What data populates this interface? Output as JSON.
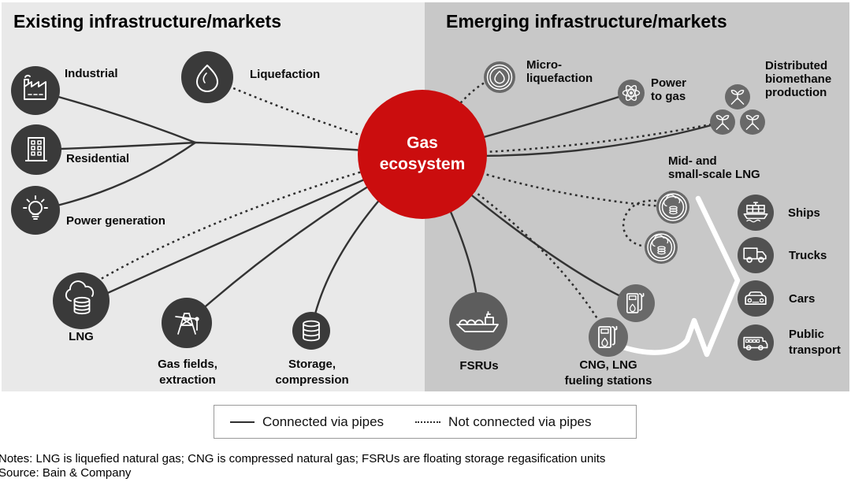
{
  "colors": {
    "accent_red": "#cb0d0e",
    "panel_existing_bg": "#e9e9e9",
    "panel_emerging_bg": "#c8c8c8",
    "node_dark": "#3a3a3a",
    "node_medium": "#696969",
    "node_transport": "#515151",
    "node_fsru": "#5d5d5d",
    "line": "#333333",
    "arrow_white": "#ffffff"
  },
  "header": {
    "existing_title": "Existing infrastructure/markets",
    "emerging_title": "Emerging infrastructure/markets"
  },
  "center": {
    "label": "Gas ecosystem",
    "lines": [
      "Gas",
      "ecosystem"
    ]
  },
  "nodes": {
    "industrial": {
      "label": "Industrial",
      "icon": "factory-icon",
      "connection": "pipes"
    },
    "residential": {
      "label": "Residential",
      "icon": "building-icon",
      "connection": "pipes"
    },
    "power_generation": {
      "label": "Power generation",
      "icon": "lightbulb-icon",
      "connection": "pipes"
    },
    "liquefaction": {
      "label": "Liquefaction",
      "icon": "flame-icon",
      "connection": "no-pipes"
    },
    "lng": {
      "label": "LNG",
      "icon": "cloud-barrel-icon",
      "connection": "both"
    },
    "gas_fields": {
      "lines": [
        "Gas fields,",
        "extraction"
      ],
      "icon": "derrick-icon",
      "connection": "pipes"
    },
    "storage": {
      "lines": [
        "Storage,",
        "compression"
      ],
      "icon": "barrel-icon",
      "connection": "pipes"
    },
    "micro_liquefaction": {
      "lines": [
        "Micro-",
        "liquefaction"
      ],
      "icon": "coin-flame-icon",
      "connection": "no-pipes"
    },
    "power_to_gas": {
      "lines": [
        "Power",
        "to gas"
      ],
      "icon": "atom-icon",
      "connection": "pipes"
    },
    "biomethane": {
      "lines": [
        "Distributed",
        "biomethane",
        "production"
      ],
      "icon": "sprout-icon",
      "connection": "both"
    },
    "mid_small_lng": {
      "lines": [
        "Mid- and",
        "small-scale LNG"
      ],
      "icon": "coin-cloud-icon",
      "connection": "no-pipes"
    },
    "fsrus": {
      "label": "FSRUs",
      "icon": "lng-tanker-icon",
      "connection": "pipes"
    },
    "cng_stations": {
      "lines": [
        "CNG, LNG",
        "fueling stations"
      ],
      "icon": "fuel-pump-icon",
      "connection": "both"
    },
    "ships": {
      "label": "Ships",
      "icon": "container-ship-icon",
      "connection": "arrow"
    },
    "trucks": {
      "label": "Trucks",
      "icon": "truck-icon",
      "connection": "arrow"
    },
    "cars": {
      "label": "Cars",
      "icon": "car-icon",
      "connection": "arrow"
    },
    "public_transport": {
      "lines": [
        "Public",
        "transport"
      ],
      "icon": "bus-icon",
      "connection": "arrow"
    }
  },
  "legend": {
    "solid_label": "Connected via pipes",
    "dashed_label": "Not connected via pipes"
  },
  "footer": {
    "notes": "Notes: LNG is liquefied natural gas; CNG is compressed natural gas; FSRUs are floating storage regasification units",
    "source": "Source: Bain & Company"
  }
}
